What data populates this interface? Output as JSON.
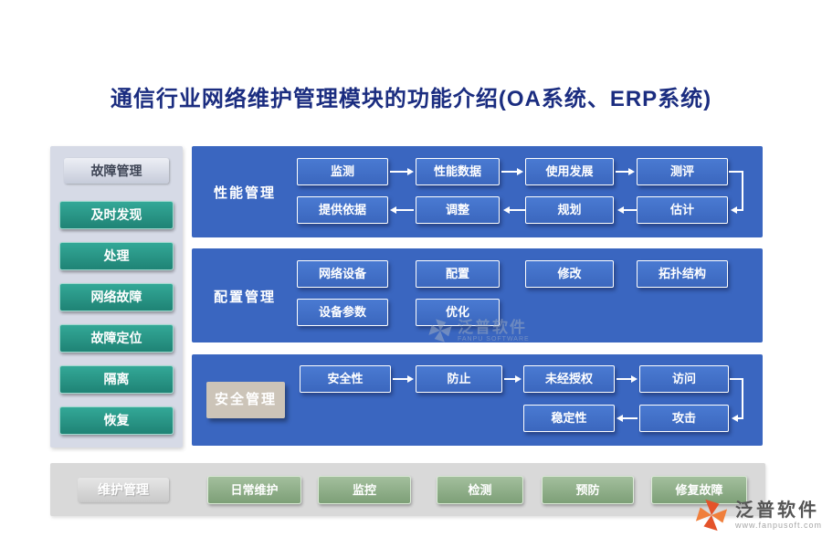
{
  "title": "通信行业网络维护管理模块的功能介绍(OA系统、ERP系统)",
  "sidebar": {
    "header": "故障管理",
    "items": [
      "及时发现",
      "处理",
      "网络故障",
      "故障定位",
      "隔离",
      "恢复"
    ]
  },
  "panels": [
    {
      "label": "性能管理",
      "rows": [
        {
          "flow": "right",
          "boxes": [
            "监测",
            "性能数据",
            "使用发展",
            "测评"
          ]
        },
        {
          "flow": "left",
          "boxes": [
            "提供依据",
            "调整",
            "规划",
            "估计"
          ]
        }
      ]
    },
    {
      "label": "配置管理",
      "rows": [
        {
          "flow": "none",
          "boxes": [
            "网络设备",
            "配置",
            "修改",
            "拓扑结构"
          ]
        },
        {
          "flow": "none",
          "boxes": [
            "设备参数",
            "优化"
          ]
        }
      ]
    },
    {
      "label": "安全管理",
      "rows": [
        {
          "flow": "right",
          "boxes": [
            "安全性",
            "防止",
            "未经授权",
            "访问"
          ]
        },
        {
          "flow": "left",
          "boxes": [
            "稳定性",
            "攻击"
          ]
        }
      ]
    }
  ],
  "bottom": {
    "label": "维护管理",
    "items": [
      "日常维护",
      "监控",
      "检测",
      "预防",
      "修复故障"
    ]
  },
  "watermark": {
    "text": "泛普软件",
    "sub": "FANPU SOFTWARE"
  },
  "logo": {
    "name": "泛普软件",
    "url": "www.fanpusoft.com"
  },
  "colors": {
    "title": "#1b2d80",
    "panel_blue": "#3a66c0",
    "teal_button": "#2a9c8e",
    "sidebar_bg": "#d6dae6",
    "bottom_bg": "#d9d9d9",
    "green_button": "#8cab84",
    "logo_orange": "#e4532a"
  }
}
